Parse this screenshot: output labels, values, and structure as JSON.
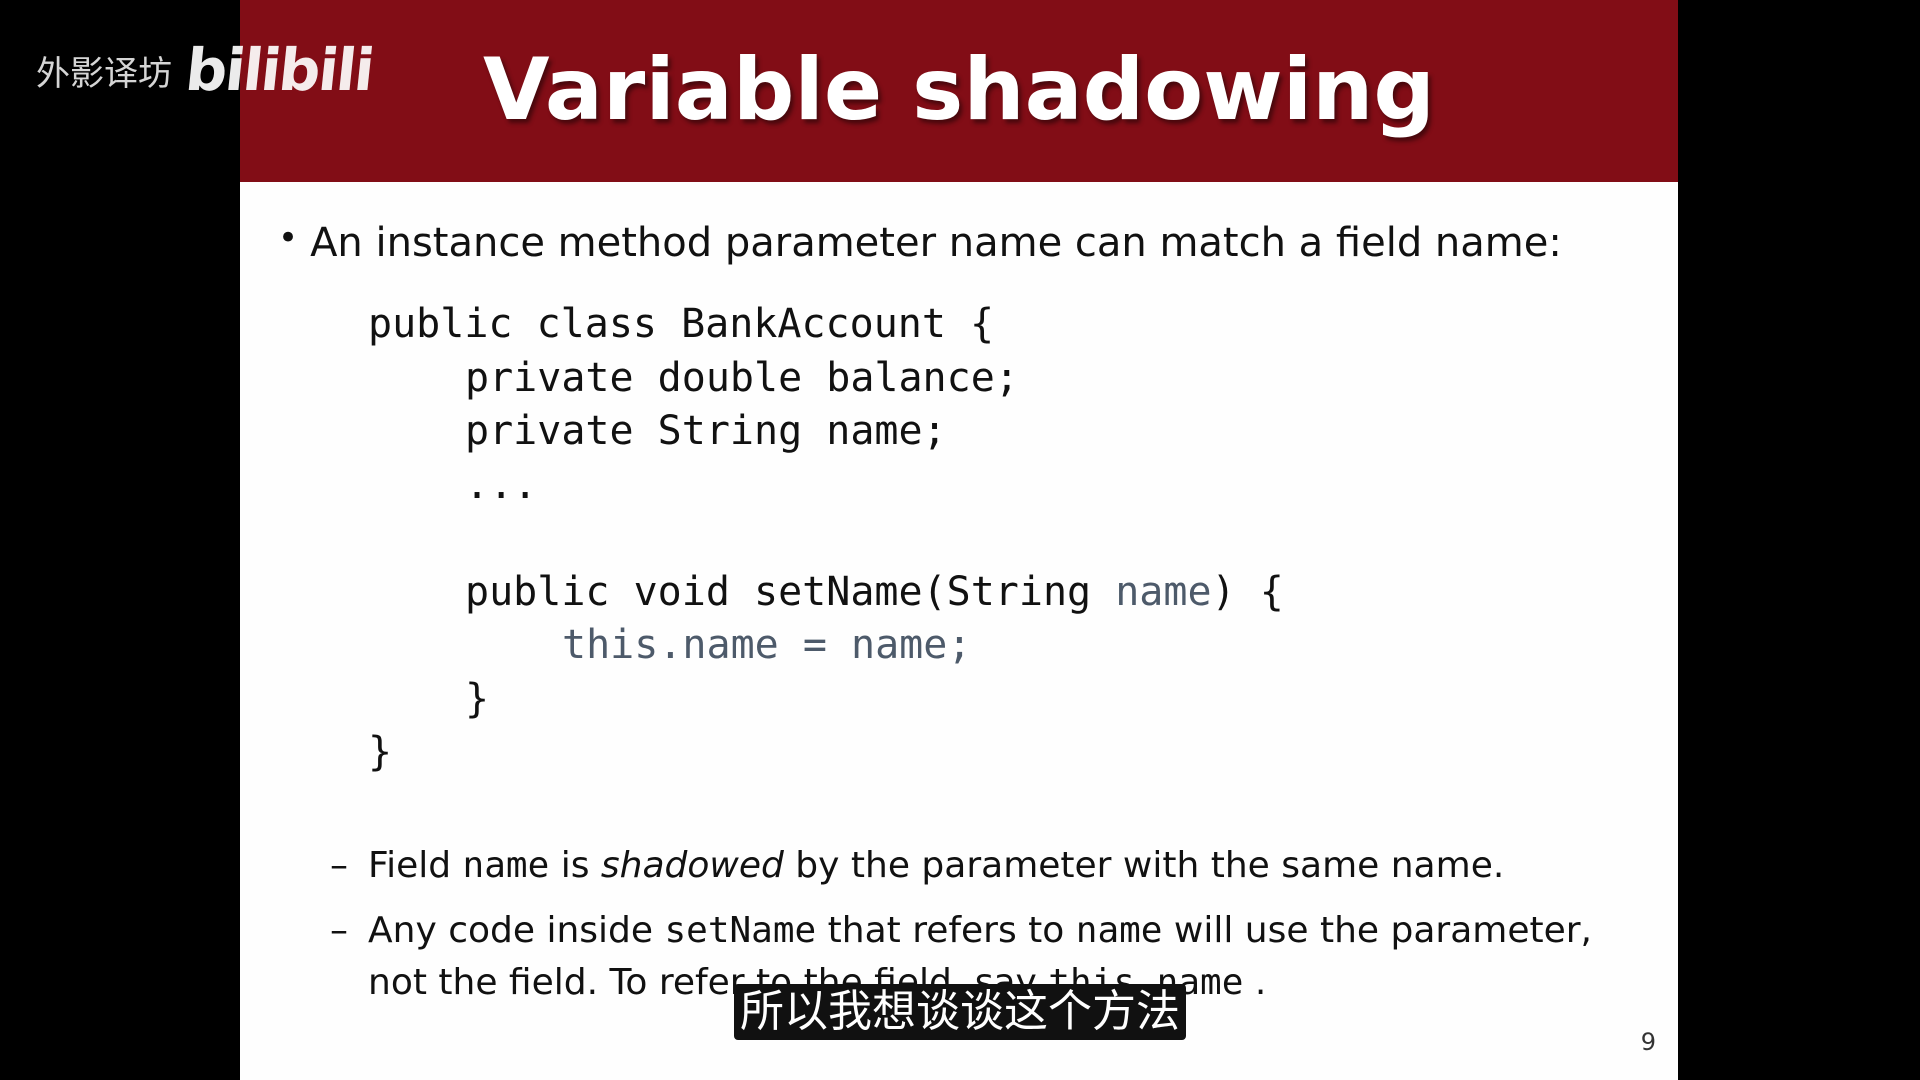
{
  "watermark": {
    "text": "外影译坊",
    "brand": "bilibili"
  },
  "slide": {
    "title": "Variable shadowing",
    "bullet": "An instance method parameter name can match a field name:",
    "code": {
      "l1": "public class BankAccount {",
      "l2": "private double balance;",
      "l3": "private String name;",
      "l4": "...",
      "l5_a": "public void setName(String ",
      "l5_b": "name",
      "l5_c": ") {",
      "l6": "this.name = name;",
      "l7": "}",
      "l8": "}"
    },
    "sub1": {
      "dash": "–",
      "a": "Field ",
      "code1": "name",
      "b": " is ",
      "em": "shadowed",
      "c": " by the parameter with the same name."
    },
    "sub2": {
      "dash": "–",
      "a": "Any code inside ",
      "code1": "setName",
      "b": " that refers to ",
      "code2": "name",
      "c": " will use the parameter, not the field.  To refer to the field, say ",
      "code3": "this.name",
      "d": " ."
    },
    "page_number": "9"
  },
  "subtitle": "所以我想谈谈这个方法",
  "colors": {
    "title_bar": "#820d16",
    "slide_bg": "#fefefe",
    "code_highlight": "#4d5a6a"
  }
}
